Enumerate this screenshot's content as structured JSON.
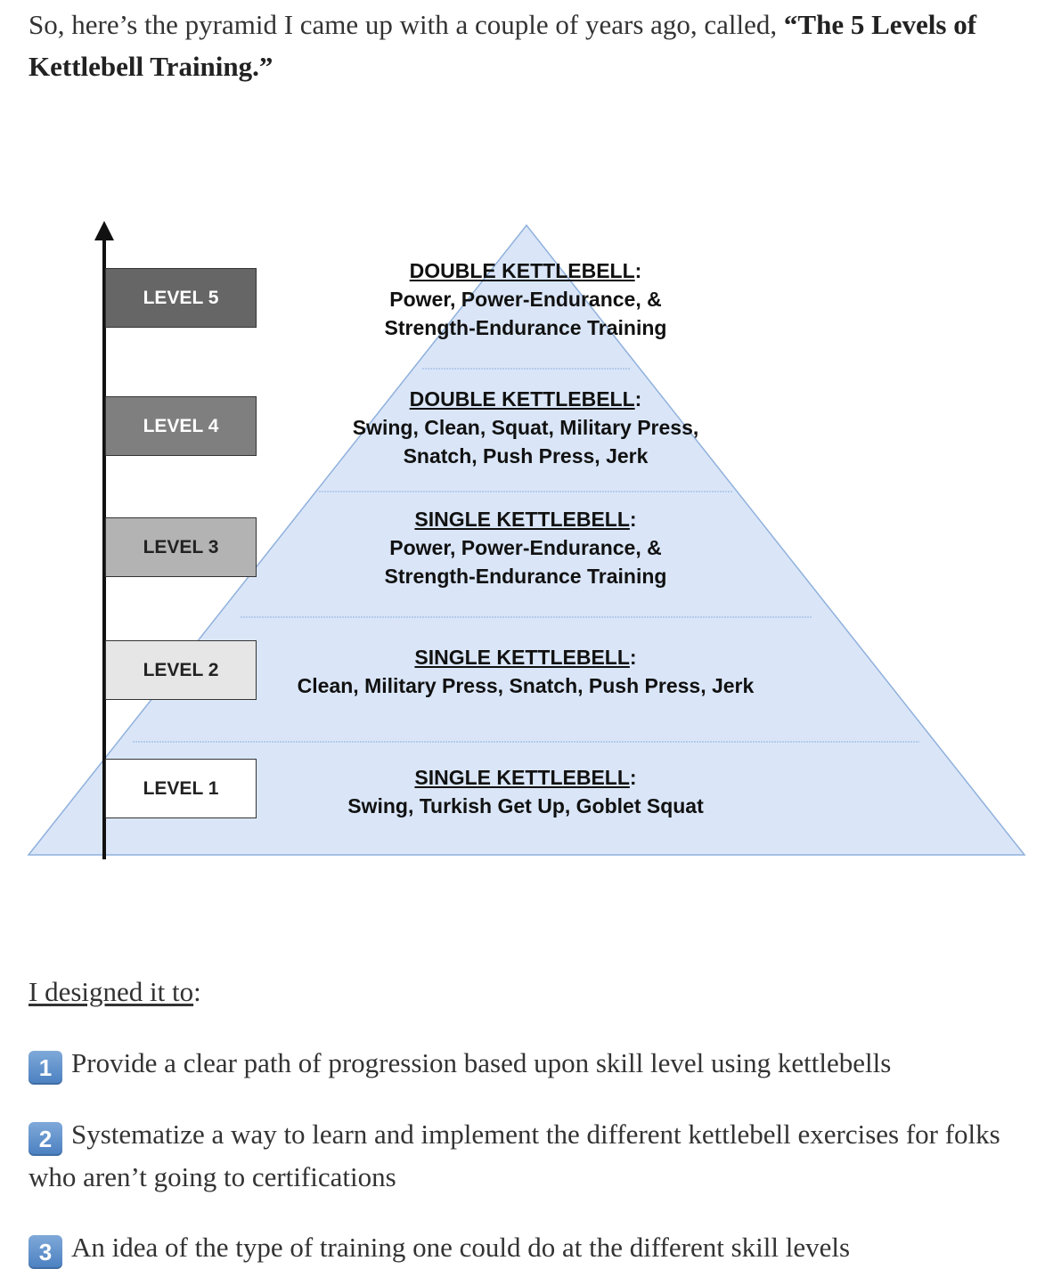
{
  "intro": {
    "text_before": "So, here’s the pyramid I came up with a couple of years ago, called, ",
    "bold_title": "“The 5 Levels of Kettlebell Training.”"
  },
  "diagram": {
    "levels": [
      "LEVEL 5",
      "LEVEL 4",
      "LEVEL 3",
      "LEVEL 2",
      "LEVEL 1"
    ],
    "level_box_colors": [
      "#666666",
      "#7f7f7f",
      "#b3b3b3",
      "#e6e6e6",
      "#ffffff"
    ],
    "level_text_colors": [
      "#ffffff",
      "#ffffff",
      "#222222",
      "#222222",
      "#222222"
    ],
    "pyramid_fill": "#dae6f8",
    "pyramid_stroke": "#8fb0dc",
    "tiers": [
      {
        "head": "DOUBLE KETTLEBELL",
        "colon": ":",
        "lines": [
          "Power, Power-Endurance, &",
          "Strength-Endurance Training"
        ]
      },
      {
        "head": "DOUBLE KETTLEBELL",
        "colon": ":",
        "lines": [
          "Swing, Clean, Squat, Military Press,",
          "Snatch, Push Press, Jerk"
        ]
      },
      {
        "head": "SINGLE KETTLEBELL",
        "colon": ":",
        "lines": [
          "Power, Power-Endurance, &",
          "Strength-Endurance Training"
        ]
      },
      {
        "head": "SINGLE KETTLEBELL",
        "colon": ":",
        "lines": [
          "Clean, Military Press, Snatch, Push Press, Jerk"
        ]
      },
      {
        "head": "SINGLE KETTLEBELL",
        "colon": ":",
        "lines": [
          "Swing, Turkish Get Up, Goblet Squat"
        ]
      }
    ]
  },
  "designed": {
    "label": "I designed it to",
    "colon": ":"
  },
  "points": [
    {
      "num": "1",
      "text": "Provide a clear path of progression based upon skill level using kettlebells"
    },
    {
      "num": "2",
      "text": "Systematize a way to learn and implement the different kettlebell exercises for folks who aren’t going to certifications"
    },
    {
      "num": "3",
      "text": "An idea of the type of training one could do at the different skill levels"
    }
  ],
  "keycap_color": "#5b8fcc"
}
